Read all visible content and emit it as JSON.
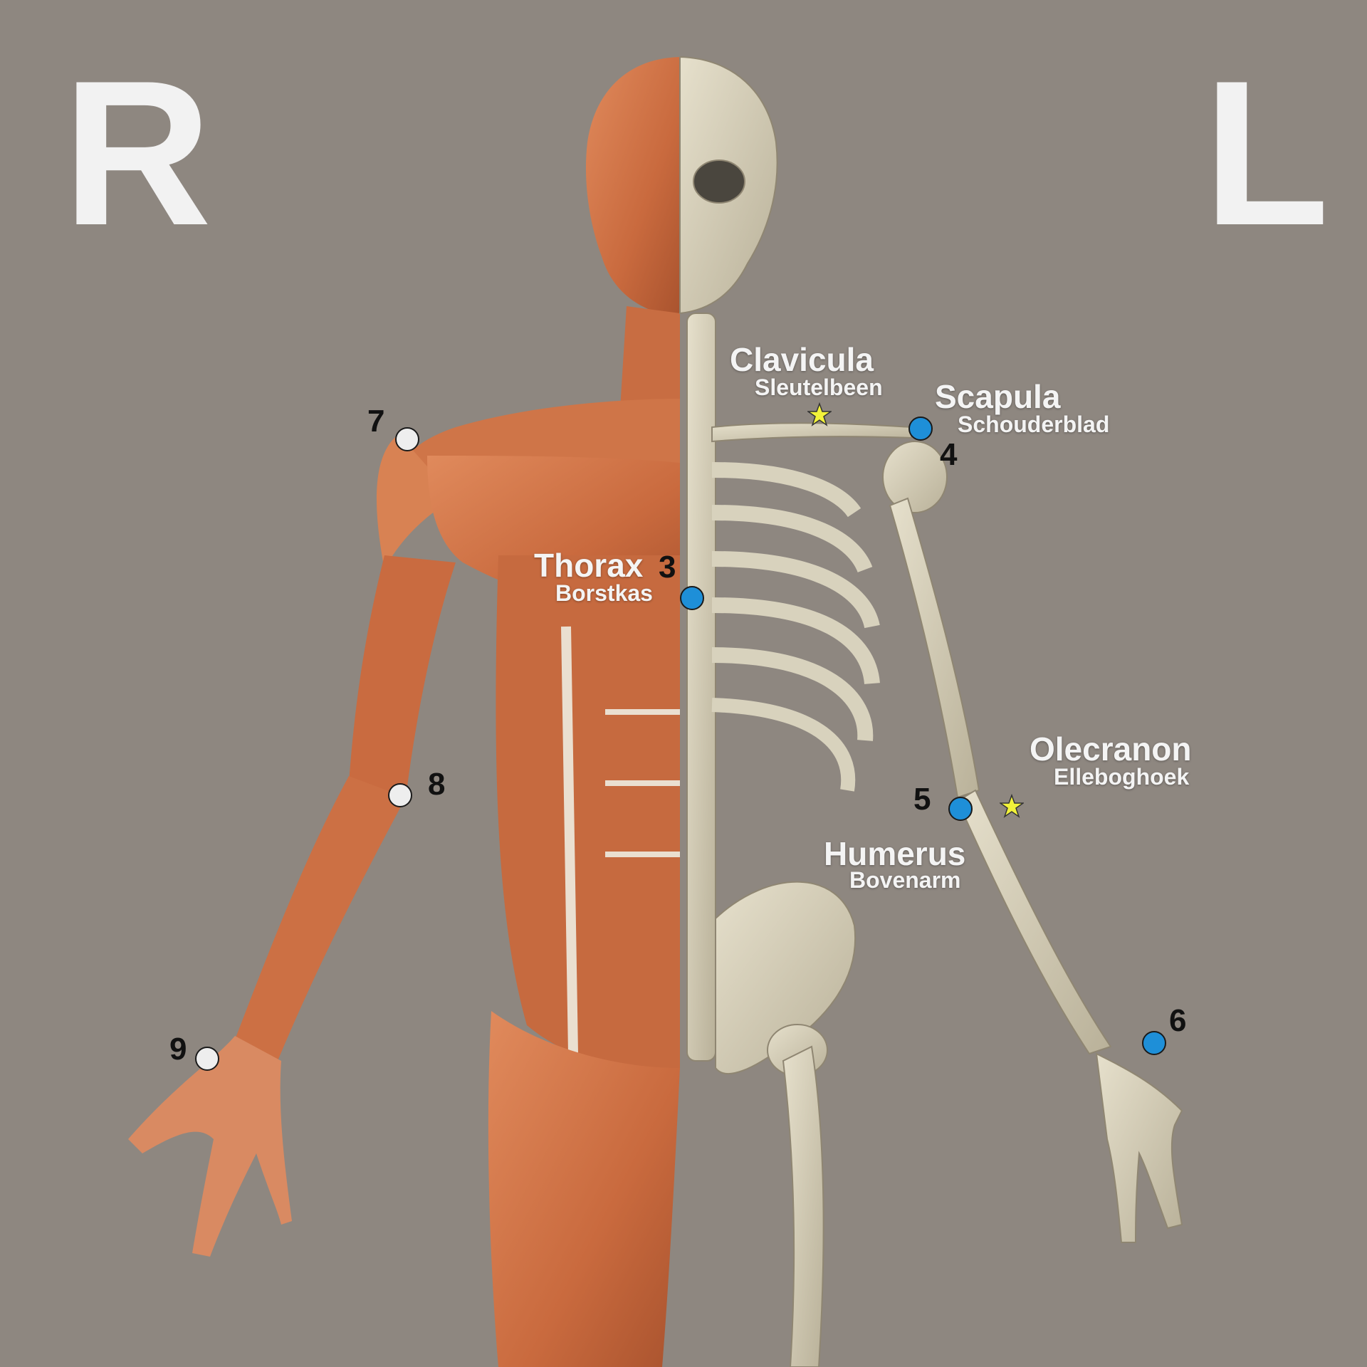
{
  "sides": {
    "right": "R",
    "left": "L"
  },
  "colors": {
    "background": "#8e8780",
    "muscle": "#d0774b",
    "bone": "#d8d2bd",
    "marker_blue": "#1e8fd8",
    "marker_white": "#eeeeee",
    "marker_star": "#f2f23a"
  },
  "labels": {
    "clavicula": {
      "main": "Clavicula",
      "sub": "Sleutelbeen"
    },
    "scapula": {
      "main": "Scapula",
      "sub": "Schouderblad"
    },
    "thorax": {
      "main": "Thorax",
      "sub": "Borstkas"
    },
    "olecranon": {
      "main": "Olecranon",
      "sub": "Elleboghoek"
    },
    "humerus": {
      "main": "Humerus",
      "sub": "Bovenarm"
    }
  },
  "numbers": {
    "n3": "3",
    "n4": "4",
    "n5": "5",
    "n6": "6",
    "n7": "7",
    "n8": "8",
    "n9": "9"
  },
  "markers": [
    {
      "id": "point-3",
      "style": "blue"
    },
    {
      "id": "point-4",
      "style": "blue"
    },
    {
      "id": "point-5",
      "style": "blue"
    },
    {
      "id": "point-6",
      "style": "blue"
    },
    {
      "id": "point-7",
      "style": "white"
    },
    {
      "id": "point-8",
      "style": "white"
    },
    {
      "id": "point-9",
      "style": "white"
    },
    {
      "id": "clavicula-star",
      "style": "star"
    },
    {
      "id": "olecranon-star",
      "style": "star"
    }
  ]
}
